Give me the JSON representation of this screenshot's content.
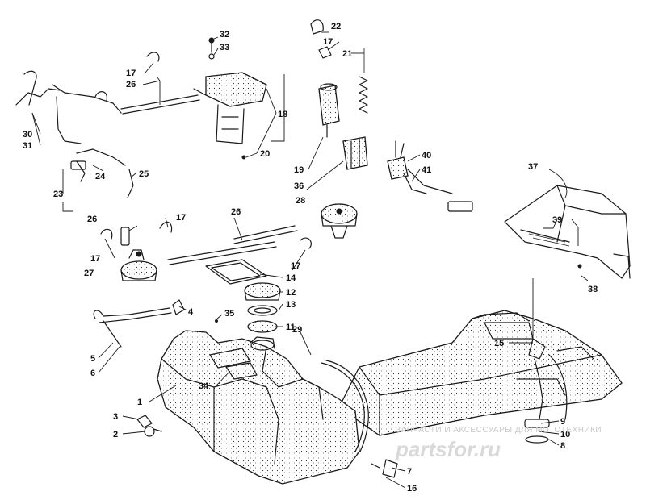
{
  "diagram": {
    "callouts": [
      {
        "key": "c1",
        "text": "1"
      },
      {
        "key": "c2",
        "text": "2"
      },
      {
        "key": "c3",
        "text": "3"
      },
      {
        "key": "c4",
        "text": "4"
      },
      {
        "key": "c5",
        "text": "5"
      },
      {
        "key": "c6",
        "text": "6"
      },
      {
        "key": "c7",
        "text": "7"
      },
      {
        "key": "c8",
        "text": "8"
      },
      {
        "key": "c9",
        "text": "9"
      },
      {
        "key": "c10",
        "text": "10"
      },
      {
        "key": "c11",
        "text": "11"
      },
      {
        "key": "c12",
        "text": "12"
      },
      {
        "key": "c13",
        "text": "13"
      },
      {
        "key": "c14",
        "text": "14"
      },
      {
        "key": "c15",
        "text": "15"
      },
      {
        "key": "c16",
        "text": "16"
      },
      {
        "key": "c17a",
        "text": "17"
      },
      {
        "key": "c17b",
        "text": "17"
      },
      {
        "key": "c17c",
        "text": "17"
      },
      {
        "key": "c17d",
        "text": "17"
      },
      {
        "key": "c17e",
        "text": "17"
      },
      {
        "key": "c17f",
        "text": "17"
      },
      {
        "key": "c18",
        "text": "18"
      },
      {
        "key": "c19",
        "text": "19"
      },
      {
        "key": "c20",
        "text": "20"
      },
      {
        "key": "c21",
        "text": "21"
      },
      {
        "key": "c22",
        "text": "22"
      },
      {
        "key": "c23",
        "text": "23"
      },
      {
        "key": "c24",
        "text": "24"
      },
      {
        "key": "c25",
        "text": "25"
      },
      {
        "key": "c26a",
        "text": "26"
      },
      {
        "key": "c26b",
        "text": "26"
      },
      {
        "key": "c26c",
        "text": "26"
      },
      {
        "key": "c27",
        "text": "27"
      },
      {
        "key": "c28",
        "text": "28"
      },
      {
        "key": "c29",
        "text": "29"
      },
      {
        "key": "c30",
        "text": "30"
      },
      {
        "key": "c31",
        "text": "31"
      },
      {
        "key": "c32",
        "text": "32"
      },
      {
        "key": "c33",
        "text": "33"
      },
      {
        "key": "c34",
        "text": "34"
      },
      {
        "key": "c35",
        "text": "35"
      },
      {
        "key": "c36",
        "text": "36"
      },
      {
        "key": "c37",
        "text": "37"
      },
      {
        "key": "c38",
        "text": "38"
      },
      {
        "key": "c39",
        "text": "39"
      },
      {
        "key": "c40",
        "text": "40"
      },
      {
        "key": "c41",
        "text": "41"
      }
    ]
  },
  "watermark": {
    "caption": "ЗАПЧАСТИ И АКСЕССУАРЫ ДЛЯ МОТОТЕХНИКИ",
    "brand": "partsfor.ru"
  },
  "colors": {
    "line": "#1a1a1a",
    "background": "#ffffff",
    "watermark": "#cfcfcf"
  }
}
